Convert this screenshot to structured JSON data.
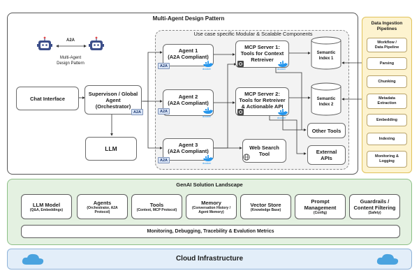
{
  "pattern": {
    "title": "Multi-Agent Design Pattern",
    "usecase_title": "Use case specific Modular & Scalable Components",
    "robots_link": "A2A",
    "robots_caption_1": "Multi-Agent",
    "robots_caption_2": "Design Pattern",
    "chat": "Chat Interface",
    "supervisor_1": "Supervison / Global",
    "supervisor_2": "Agent",
    "supervisor_3": "(Orchestrator)",
    "supervisor_tag": "A2A",
    "llm": "LLM",
    "agents": [
      {
        "name": "Agent 1",
        "sub": "(A2A Compliant)",
        "tag": "A2A",
        "docker": "docker"
      },
      {
        "name": "Agent 2",
        "sub": "(A2A Compliant)",
        "tag": "A2A",
        "docker": "docker"
      },
      {
        "name": "Agent 3",
        "sub": "(A2A Compliant)",
        "tag": "A2A",
        "docker": "docker"
      }
    ],
    "mcp1": {
      "l1": "MCP Server 1:",
      "l2": "Tools for Context",
      "l3": "Retreiver",
      "docker": "docker"
    },
    "mcp2": {
      "l1": "MCP Server 2:",
      "l2": "Tools for Retreiver",
      "l3": "& Actionable API",
      "docker": "docker"
    },
    "semantic1": {
      "l1": "Semantic",
      "l2": "Index 1"
    },
    "semantic2": {
      "l1": "Semantic",
      "l2": "Index 2"
    },
    "web_search": {
      "l1": "Web Search",
      "l2": "Tool"
    },
    "other_tools": "Other Tools",
    "external_apis": {
      "l1": "External",
      "l2": "APIs"
    }
  },
  "ingestion": {
    "title_1": "Data Ingestion",
    "title_2": "Pipelines",
    "steps": [
      {
        "l1": "Workflow /",
        "l2": "Data Pipeline"
      },
      {
        "l1": "Parsing",
        "l2": ""
      },
      {
        "l1": "Chunking",
        "l2": ""
      },
      {
        "l1": "Metadata",
        "l2": "Extraction"
      },
      {
        "l1": "Embedding",
        "l2": ""
      },
      {
        "l1": "Indexing",
        "l2": ""
      },
      {
        "l1": "Monitoring &",
        "l2": "Logging"
      }
    ]
  },
  "genai": {
    "title": "GenAI Solution Landscape",
    "items": [
      {
        "title": "LLM Model",
        "title2": "",
        "sub1": "(Q&A, Embeddings)",
        "sub2": ""
      },
      {
        "title": "Agents",
        "title2": "",
        "sub1": "(Orchestrator, A2A",
        "sub2": "Protocol)"
      },
      {
        "title": "Tools",
        "title2": "",
        "sub1": "(Context, MCP Protocol)",
        "sub2": ""
      },
      {
        "title": "Memory",
        "title2": "",
        "sub1": "(Conversation History /",
        "sub2": "Agent Memory)"
      },
      {
        "title": "Vector Store",
        "title2": "",
        "sub1": "(Knowledge Base)",
        "sub2": ""
      },
      {
        "title": "Prompt",
        "title2": "Management",
        "sub1": "(Config)",
        "sub2": ""
      },
      {
        "title": "Guardrails /",
        "title2": "Content Filtering",
        "sub1": "(Safety)",
        "sub2": ""
      }
    ],
    "monitoring": "Monitoring, Debugging, Tracebility & Evalution Metrics"
  },
  "cloud": {
    "title": "Cloud Infrastructure"
  },
  "colors": {
    "genai_bg": "#e4f1e1",
    "genai_border": "#8cbf86",
    "ingestion_bg": "#fdf3cf",
    "ingestion_border": "#e0c25a",
    "cloud_bg": "#e3eef9",
    "cloud_border": "#8fb3d9",
    "cloud_icon": "#4aa3df",
    "robot": "#3d4f8a"
  }
}
